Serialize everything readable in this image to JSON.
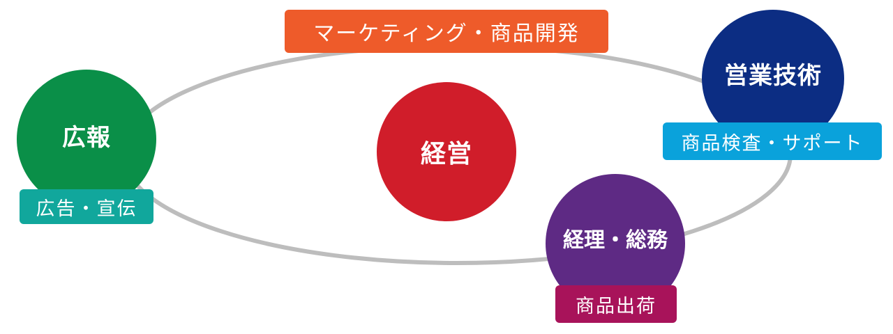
{
  "center": {
    "label": "経営",
    "color": "#D01D2A"
  },
  "nodes": [
    {
      "id": "kouhou",
      "label": "広報",
      "color": "#0A8F48"
    },
    {
      "id": "eigyo",
      "label": "営業技術",
      "color": "#0C2D83"
    },
    {
      "id": "keiri",
      "label": "経理・総務",
      "color": "#5E2A84"
    }
  ],
  "tags": [
    {
      "id": "marketing",
      "label": "マーケティング・商品開発",
      "color": "#EE5B2A"
    },
    {
      "id": "kouhou",
      "label": "広告・宣伝",
      "color": "#11A79C"
    },
    {
      "id": "eigyo",
      "label": "商品検査・サポート",
      "color": "#0AA2DB"
    },
    {
      "id": "keiri",
      "label": "商品出荷",
      "color": "#A8135A"
    }
  ],
  "ring": {
    "color": "#BDBDBD"
  }
}
